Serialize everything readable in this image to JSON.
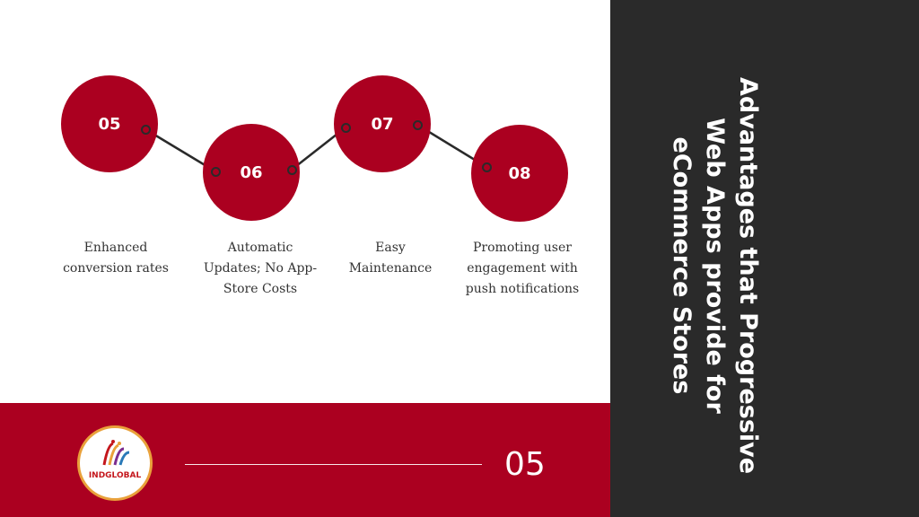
{
  "slide": {
    "title_lines": [
      "Advantages that Progressive",
      "Web Apps provide for",
      "eCommerce Stores"
    ],
    "page_number": "05",
    "colors": {
      "accent": "#ab0020",
      "dark_panel": "#2a2a2a",
      "text": "#333333"
    }
  },
  "steps": [
    {
      "number": "05",
      "label": "Enhanced conversion rates"
    },
    {
      "number": "06",
      "label": "Automatic Updates; No App-Store Costs"
    },
    {
      "number": "07",
      "label": "Easy Maintenance"
    },
    {
      "number": "08",
      "label": "Promoting user engagement with push notifications"
    }
  ],
  "logo": {
    "text": "INDGLOBAL",
    "icon": "indglobal-logo"
  }
}
